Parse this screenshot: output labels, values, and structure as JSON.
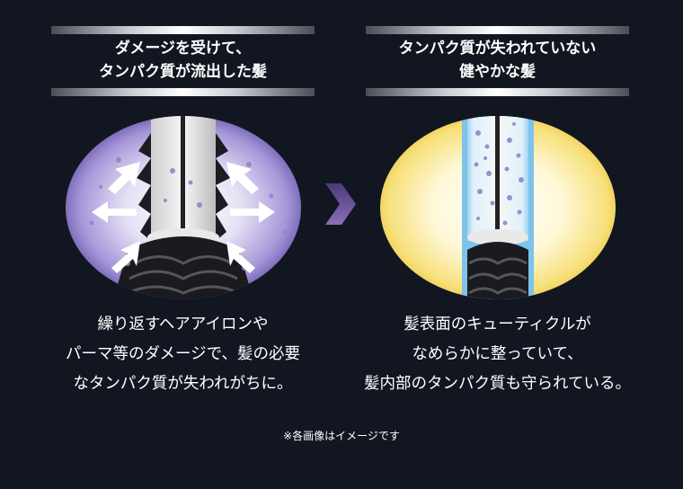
{
  "left_panel": {
    "heading_line1": "ダメージを受けて、",
    "heading_line2": "タンパク質が流出した髪",
    "caption_line1": "繰り返すヘアアイロンや",
    "caption_line2": "パーマ等のダメージで、髪の必要",
    "caption_line3": "なタンパク質が失われがちに。"
  },
  "right_panel": {
    "heading_line1": "タンパク質が失われていない",
    "heading_line2": "健やかな髪",
    "caption_line1": "髪表面のキューティクルが",
    "caption_line2": "なめらかに整っていて、",
    "caption_line3": "髪内部のタンパク質も守られている。"
  },
  "note": "※各画像はイメージです",
  "colors": {
    "background": "#111620",
    "damaged_glow": "#8a78c8",
    "healthy_glow": "#f7e07a",
    "chevron": "#6b4f9a"
  },
  "icons": [
    "damaged-hair-illustration",
    "healthy-hair-illustration",
    "chevron-right-icon",
    "arrow-icon",
    "protein-bubble-icon"
  ]
}
